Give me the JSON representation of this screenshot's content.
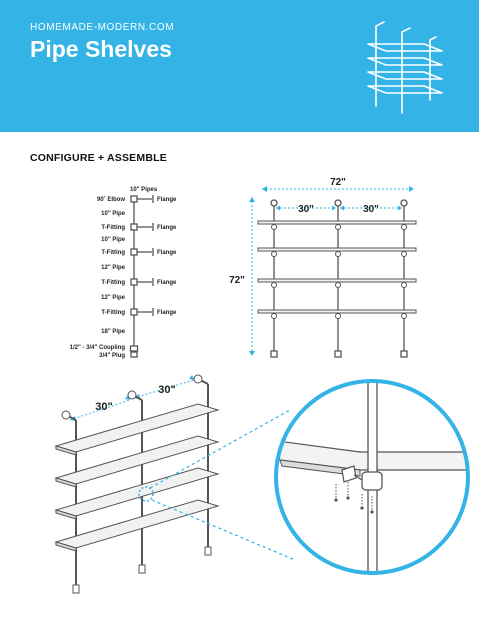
{
  "header": {
    "site": "HOMEMADE-MODERN.COM",
    "title": "Pipe Shelves",
    "bg_color": "#33b3e6"
  },
  "section_title": "CONFIGURE + ASSEMBLE",
  "parts": {
    "top_pipe": "10\" Pipes",
    "elbow": "90˚ Elbow",
    "pipe_10a": "10\" Pipe",
    "tfit_1": "T-Fitting",
    "pipe_10b": "10\" Pipe",
    "tfit_2": "T-Fitting",
    "pipe_12a": "12\" Pipe",
    "tfit_3": "T-Fitting",
    "pipe_12b": "12\" Pipe",
    "tfit_4": "T-Fitting",
    "pipe_18": "18\" Pipe",
    "coupling": "1/2\" - 3/4\" Coupling",
    "plug": "3/4\" Plug",
    "flange": "Flange"
  },
  "front_view": {
    "width": "72\"",
    "span_left": "30\"",
    "span_right": "30\"",
    "height": "72\""
  },
  "iso_view": {
    "span_left": "30\"",
    "span_right": "30\""
  },
  "accent_color": "#33b3e6"
}
